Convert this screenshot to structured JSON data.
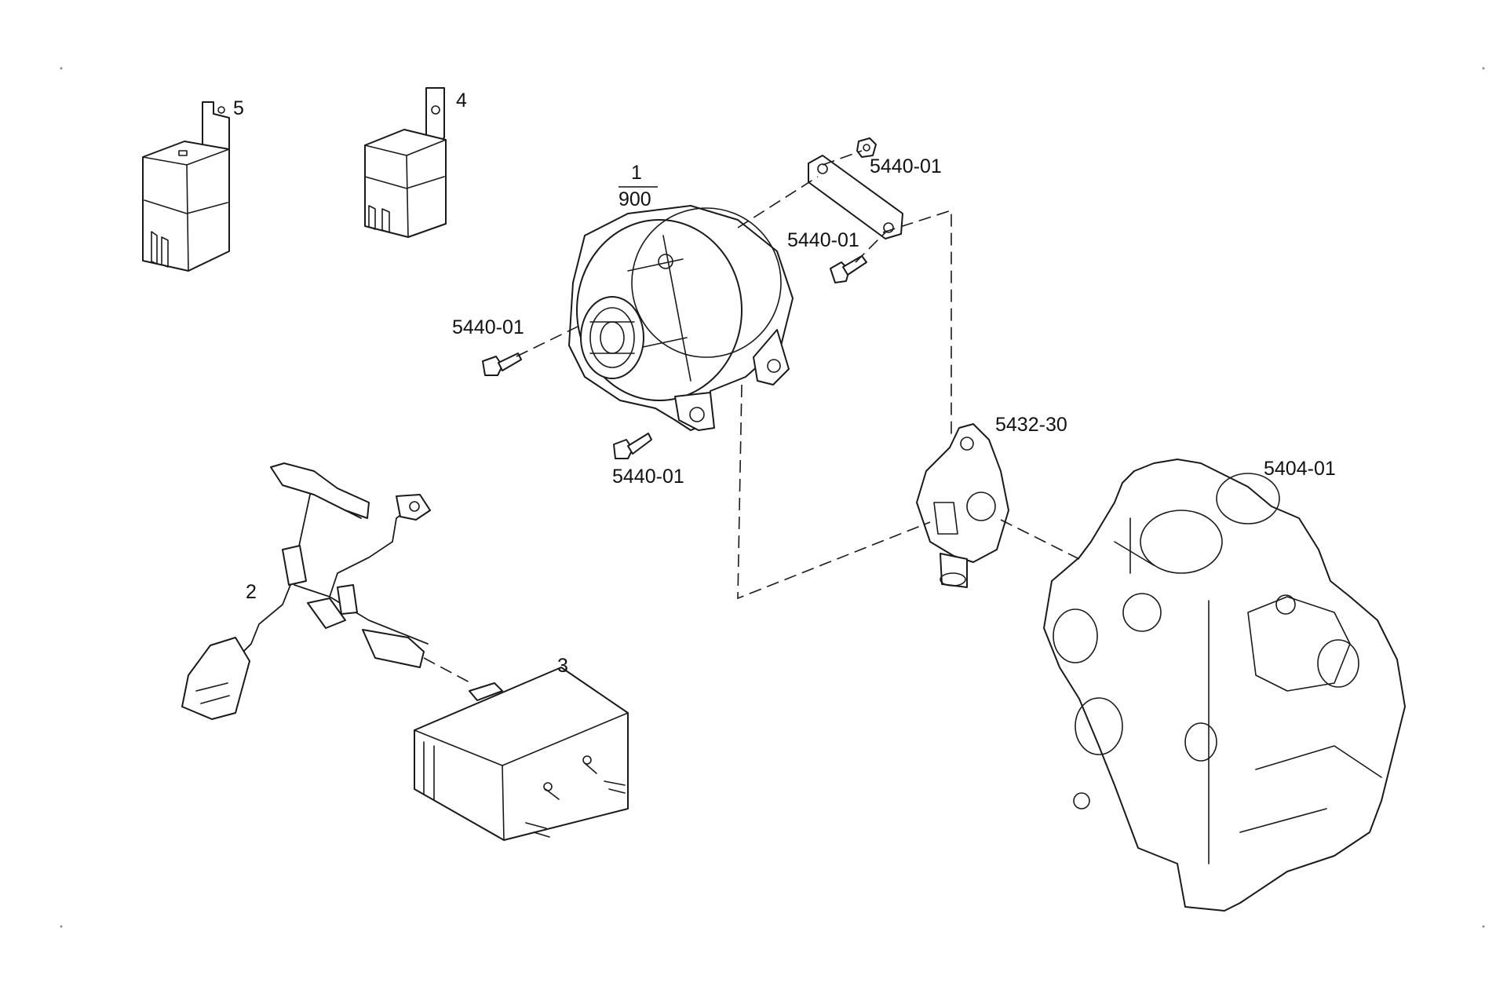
{
  "callouts": {
    "item_5": "5",
    "item_4": "4",
    "item_1_numerator": "1",
    "item_1_denominator": "900",
    "bolt_top_right": "5440-01",
    "bolt_mid_right": "5440-01",
    "bolt_left": "5440-01",
    "bolt_bottom": "5440-01",
    "bracket_5432_30": "5432-30",
    "engine_block": "5404-01",
    "item_2": "2",
    "item_3": "3"
  }
}
